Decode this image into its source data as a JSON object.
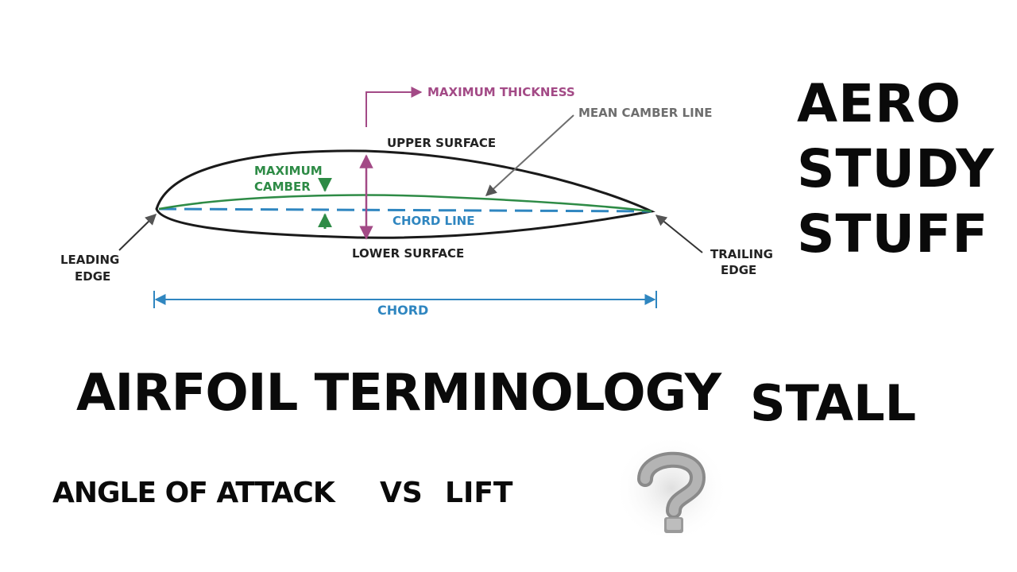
{
  "diagram": {
    "labels": {
      "maximum_thickness": "MAXIMUM THICKNESS",
      "mean_camber_line": "MEAN CAMBER LINE",
      "upper_surface": "UPPER SURFACE",
      "maximum": "MAXIMUM",
      "camber": "CAMBER",
      "chord_line": "CHORD LINE",
      "lower_surface": "LOWER SURFACE",
      "leading": "LEADING",
      "leading_edge_word": "EDGE",
      "trailing": "TRAILING",
      "trailing_edge_word": "EDGE",
      "chord": "CHORD"
    },
    "colors": {
      "outline": "#1a1a1a",
      "thickness": "#a34a86",
      "camber": "#2e8b46",
      "chord": "#2f86c0",
      "pointer": "#6e6e6e"
    }
  },
  "title": {
    "line1": "AERO",
    "line2": "STUDY",
    "line3": "STUFF"
  },
  "headings": {
    "airfoil_terminology": "AIRFOIL TERMINOLOGY",
    "stall": "STALL",
    "angle_of_attack": "ANGLE OF ATTACK",
    "vs": "VS",
    "lift": "LIFT"
  },
  "icons": {
    "question": "question-mark-icon"
  }
}
